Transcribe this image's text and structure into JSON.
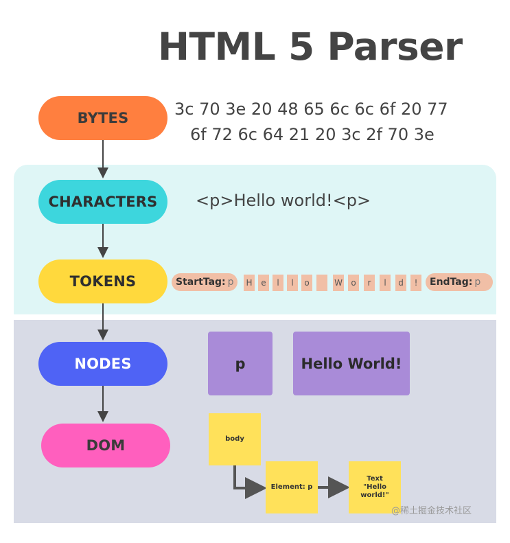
{
  "title": "HTML 5 Parser",
  "stages": {
    "bytes": "BYTES",
    "characters": "CHARACTERS",
    "tokens": "TOKENS",
    "nodes": "NODES",
    "dom": "DOM"
  },
  "bytes_lines": [
    "3c 70 3e 20 48 65 6c 6c 6f 20 77",
    "6f 72 6c 64 21 20 3c 2f 70 3e"
  ],
  "characters_text": "<p>Hello world!<p>",
  "tokens": {
    "start_label": "StartTag:",
    "start_value": "p",
    "chars": [
      "H",
      "e",
      "l",
      "l",
      "o",
      "",
      "W",
      "o",
      "r",
      "l",
      "d",
      "!"
    ],
    "end_label": "EndTag:",
    "end_value": "p"
  },
  "nodes": [
    "p",
    "Hello World!"
  ],
  "dom": {
    "body": "body",
    "element": "Element: p",
    "text_label": "Text",
    "text_value": "\"Hello world!\""
  },
  "watermark": "@稀土掘金技术社区",
  "colors": {
    "bytes": "#ff7f3f",
    "characters": "#3dd6dd",
    "tokens": "#ffd93d",
    "nodes": "#4f63f5",
    "dom": "#ff5fbe",
    "token_chip": "#f1bfa6",
    "node_box": "#a98bd8",
    "dom_box": "#ffe15a"
  }
}
